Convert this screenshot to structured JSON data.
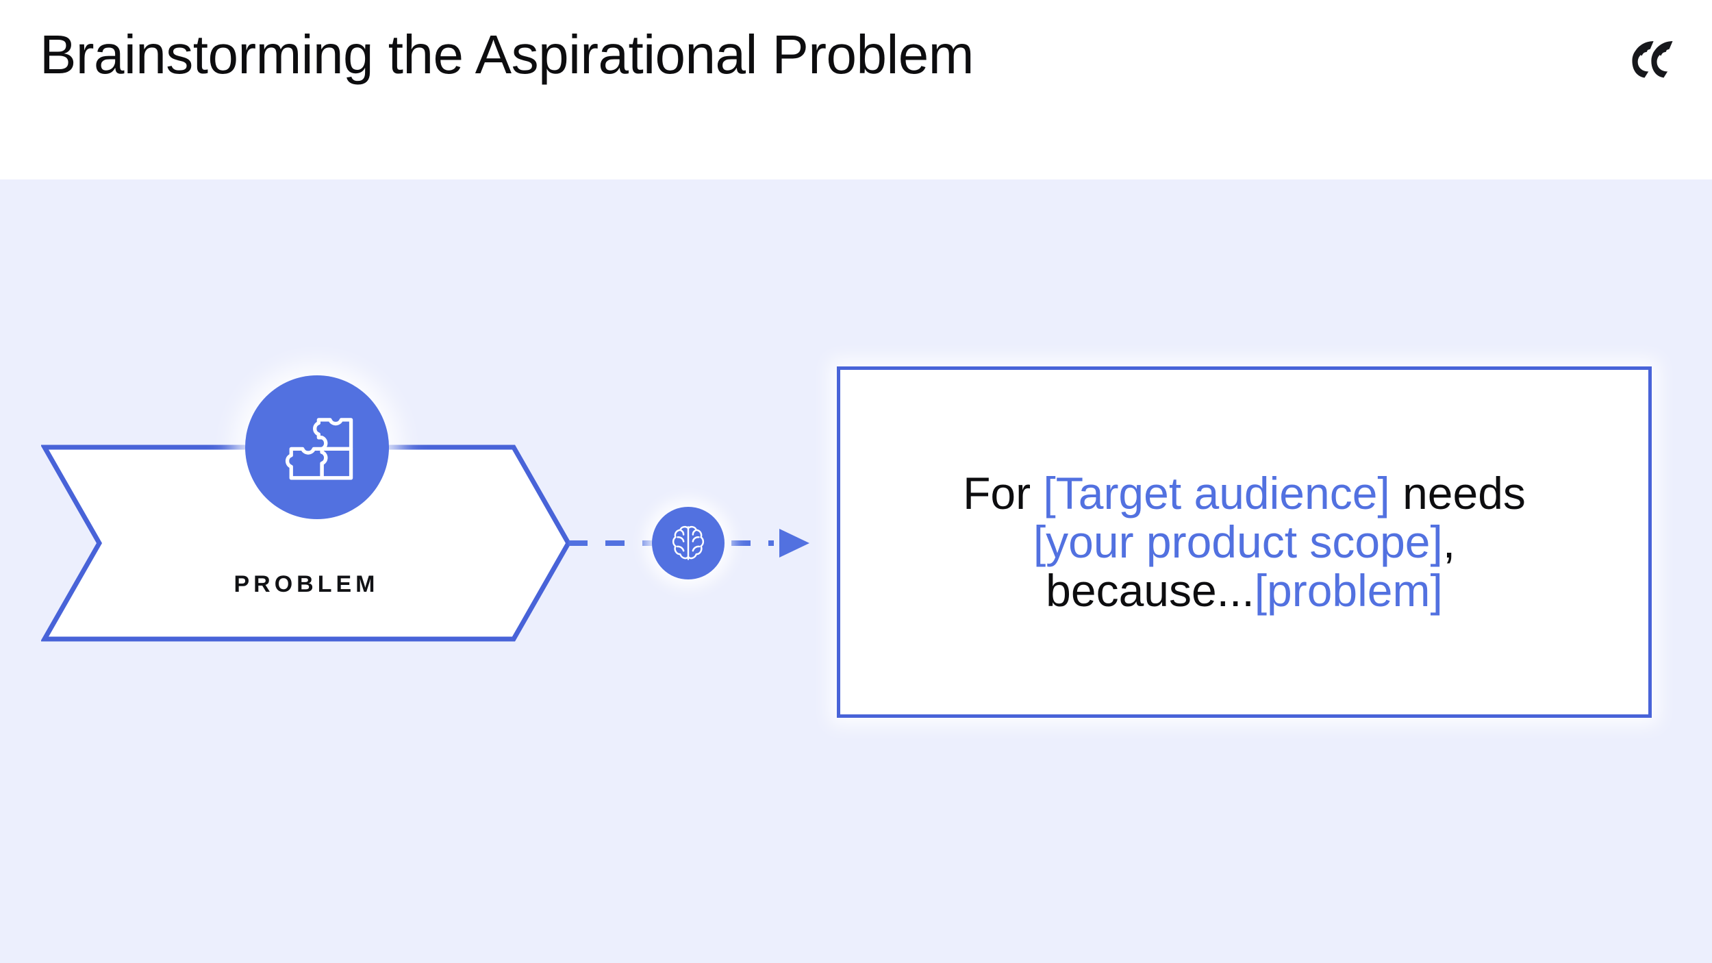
{
  "header": {
    "title": "Brainstorming the Aspirational Problem",
    "logo_icon": "double-crescent-logo"
  },
  "colors": {
    "accent_blue": "#5271e0",
    "border_blue": "#4863d8",
    "canvas_bg": "#ecefFD",
    "header_bg": "#ffffff",
    "text_black": "#0d0d0f"
  },
  "banner": {
    "label": "PROBLEM",
    "icon": "puzzle-pieces-icon",
    "fill": "#ffffff",
    "stroke": "#4863d8"
  },
  "connector": {
    "icon": "brain-icon",
    "style": "dashed",
    "arrowhead": "triangle-right",
    "color": "#5271e0"
  },
  "statement": {
    "lines": [
      [
        {
          "text": "For ",
          "style": "plain"
        },
        {
          "text": "[Target audience]",
          "style": "placeholder"
        },
        {
          "text": " needs",
          "style": "plain"
        }
      ],
      [
        {
          "text": "[your product scope]",
          "style": "placeholder"
        },
        {
          "text": ",",
          "style": "plain"
        }
      ],
      [
        {
          "text": "because...",
          "style": "plain"
        },
        {
          "text": "[problem]",
          "style": "placeholder"
        }
      ]
    ]
  }
}
